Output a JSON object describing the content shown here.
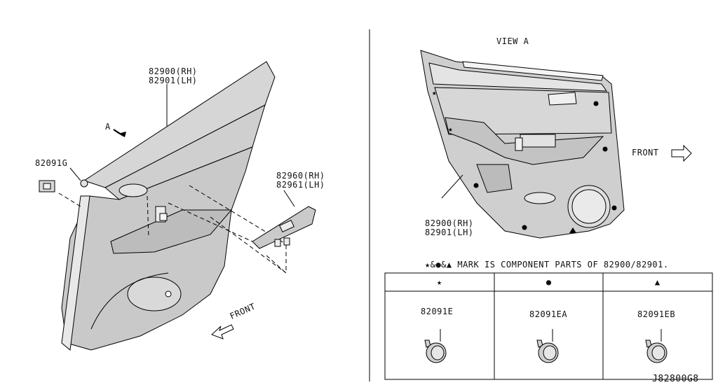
{
  "left_view": {
    "panel_part_rh": "82900(RH)",
    "panel_part_lh": "82901(LH)",
    "arrow_label": "A",
    "clip_part": "82091G",
    "switch_part_rh": "82960(RH)",
    "switch_part_lh": "82961(LH)",
    "front_label": "FRONT"
  },
  "right_view": {
    "title": "VIEW A",
    "front_label": "FRONT",
    "panel_part_rh": "82900(RH)",
    "panel_part_lh": "82901(LH)"
  },
  "legend": {
    "caption": "★&●&▲ MARK IS COMPONENT PARTS OF 82900/82901.",
    "columns": [
      {
        "symbol": "★",
        "part": "82091E"
      },
      {
        "symbol": "●",
        "part": "82091EA"
      },
      {
        "symbol": "▲",
        "part": "82091EB"
      }
    ]
  },
  "diagram_id": "J82800G8"
}
